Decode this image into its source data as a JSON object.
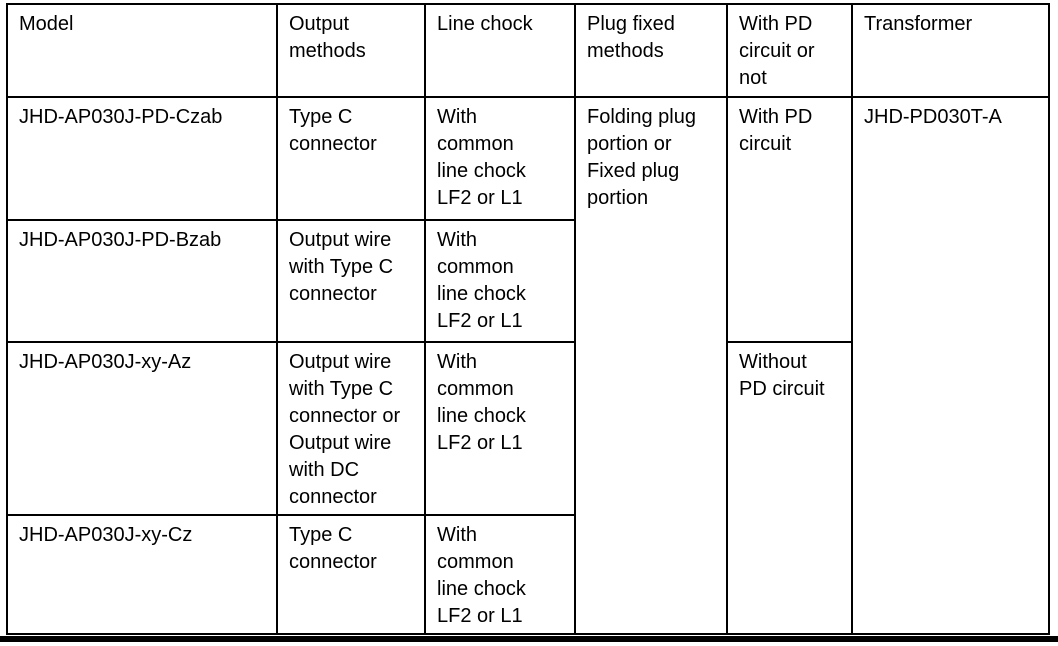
{
  "colors": {
    "background": "#ffffff",
    "text": "#000000",
    "border": "#000000"
  },
  "table": {
    "headers": {
      "model": "Model",
      "output_methods": "Output\nmethods",
      "line_chock": "Line chock",
      "plug_fixed_methods": "Plug fixed\nmethods",
      "pd_circuit": "With PD\ncircuit or\nnot",
      "transformer": "Transformer"
    },
    "rows": [
      {
        "model": "JHD-AP030J-PD-Czab",
        "output_methods": "Type C\nconnector",
        "line_chock": "With\ncommon\nline chock\nLF2 or L1"
      },
      {
        "model": "JHD-AP030J-PD-Bzab",
        "output_methods": "Output wire\nwith Type C\nconnector",
        "line_chock": "With\ncommon\nline chock\nLF2 or L1"
      },
      {
        "model": "JHD-AP030J-xy-Az",
        "output_methods": "Output wire\nwith Type C\nconnector or\nOutput wire\nwith DC\nconnector",
        "line_chock": "With\ncommon\nline chock\nLF2 or L1"
      },
      {
        "model": "JHD-AP030J-xy-Cz",
        "output_methods": "Type C\nconnector",
        "line_chock": "With\ncommon\nline chock\nLF2 or L1"
      }
    ],
    "merged": {
      "plug_fixed_methods": "Folding plug\nportion or\nFixed plug\nportion",
      "pd_circuit_with": "With PD\ncircuit",
      "pd_circuit_without": "Without\nPD circuit",
      "transformer": "JHD-PD030T-A"
    }
  }
}
